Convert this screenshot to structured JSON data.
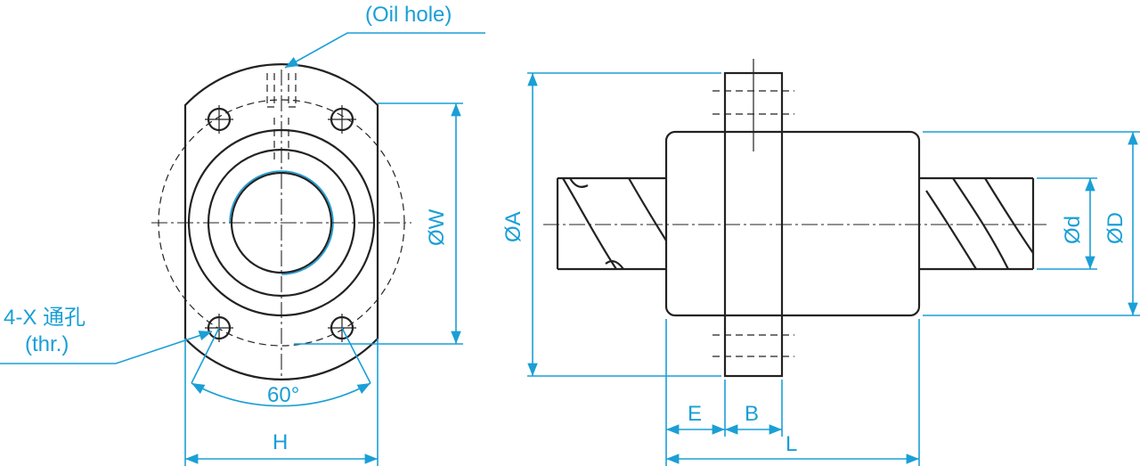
{
  "labels": {
    "oil_hole": "(Oil hole)",
    "through_hole_line1": "4-X 通孔",
    "through_hole_line2": "(thr.)",
    "angle": "60°",
    "dim_H": "H",
    "dim_W": "ØW",
    "dim_A": "ØA",
    "dim_d": "Ød",
    "dim_D": "ØD",
    "dim_E": "E",
    "dim_B": "B",
    "dim_L": "L"
  },
  "colors": {
    "dimension": "#1a9fd6",
    "outline": "#222222"
  }
}
